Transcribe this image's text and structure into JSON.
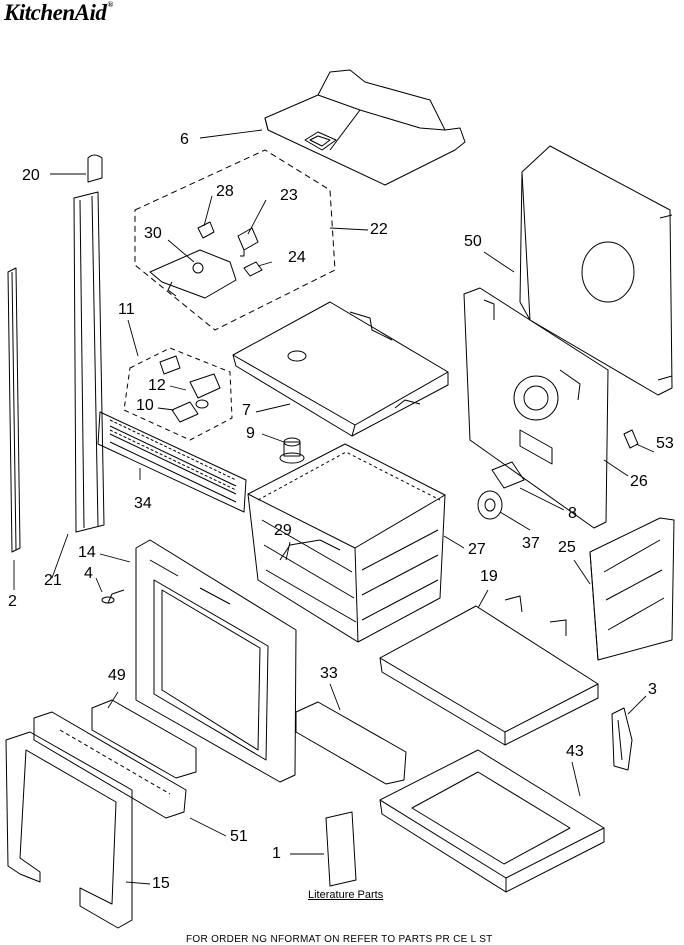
{
  "brand": {
    "name": "KitchenAid",
    "mark": "®"
  },
  "callouts": [
    "6",
    "20",
    "28",
    "23",
    "22",
    "30",
    "24",
    "50",
    "11",
    "12",
    "10",
    "7",
    "9",
    "34",
    "53",
    "26",
    "8",
    "29",
    "27",
    "37",
    "25",
    "14",
    "4",
    "21",
    "2",
    "19",
    "49",
    "33",
    "3",
    "51",
    "43",
    "1",
    "15"
  ],
  "literature_label": "Literature Parts",
  "footer_text": "FOR ORDER NG NFORMAT ON REFER TO PARTS PR CE L ST"
}
